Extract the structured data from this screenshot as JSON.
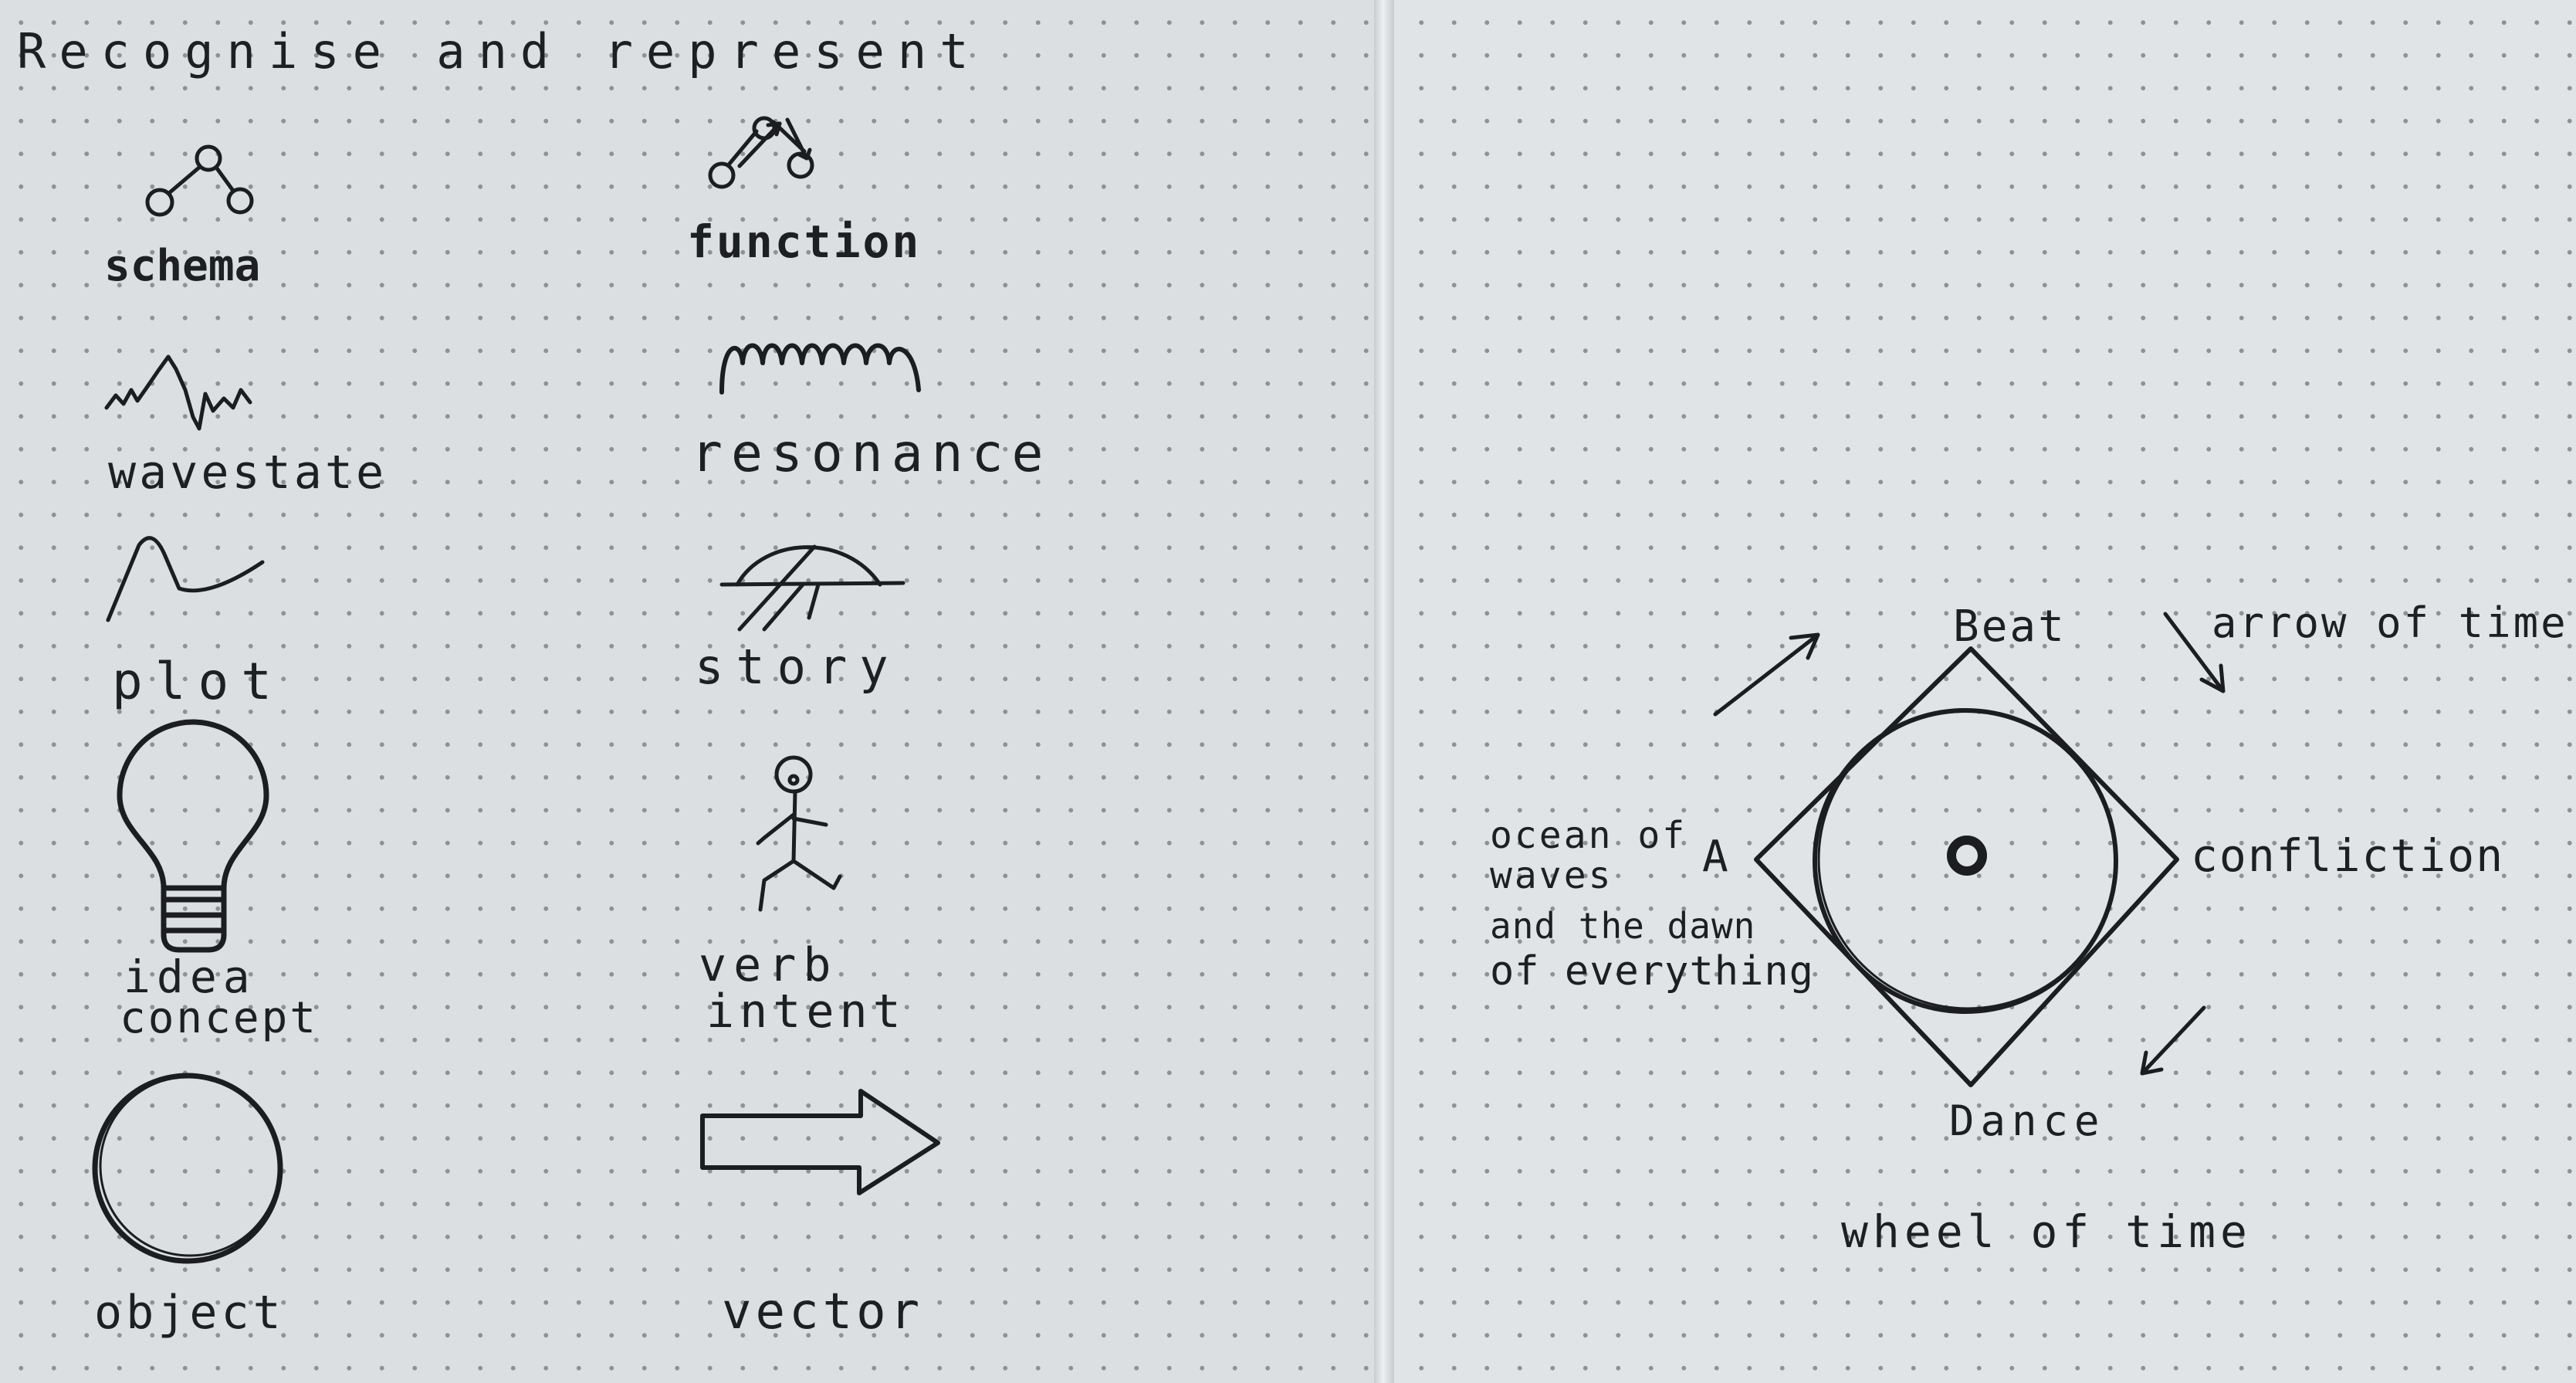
{
  "title": "Recognise and represent",
  "symbols": [
    {
      "label": "schema",
      "icon": "schema-nodes-icon"
    },
    {
      "label": "function",
      "icon": "function-nodes-icon"
    },
    {
      "label": "wavestate",
      "icon": "waveform-icon"
    },
    {
      "label": "resonance",
      "icon": "wave-loops-icon"
    },
    {
      "label": "plot",
      "icon": "plot-peak-icon"
    },
    {
      "label": "story",
      "icon": "story-arc-icon"
    },
    {
      "label": "idea",
      "label2": "concept",
      "icon": "lightbulb-icon"
    },
    {
      "label": "verb",
      "label2": "intent",
      "icon": "stick-figure-icon"
    },
    {
      "label": "object",
      "icon": "circle-icon"
    },
    {
      "label": "vector",
      "icon": "arrow-icon"
    }
  ],
  "wheel": {
    "caption": "wheel of time",
    "top": "Beat",
    "bottom": "Dance",
    "right": "confliction",
    "left_vertex": "A",
    "left_lines": [
      "ocean of",
      "waves",
      "and the dawn",
      "of everything"
    ],
    "arrow_label": "arrow of time"
  },
  "colors": {
    "ink": "#1b1d20",
    "paper": "#dfe2e4",
    "dots": "#8d9296"
  }
}
